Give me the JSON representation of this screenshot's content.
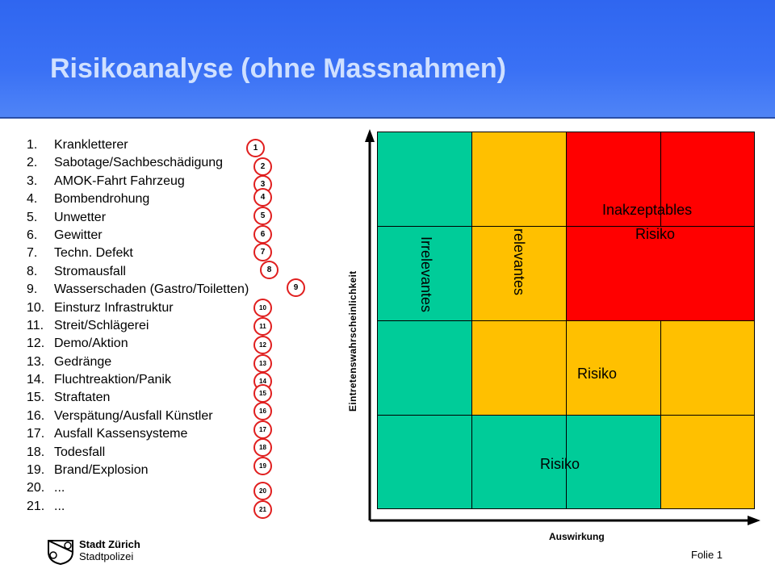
{
  "slide": {
    "title": "Risikoanalyse (ohne Massnahmen)",
    "footer_page": "Folie 1",
    "logo": {
      "line1": "Stadt Zürich",
      "line2": "Stadtpolizei"
    }
  },
  "risks": [
    {
      "num": "1.",
      "label": "Krankletterer",
      "badge": "1"
    },
    {
      "num": "2.",
      "label": "Sabotage/Sachbeschädigung",
      "badge": "2"
    },
    {
      "num": "3.",
      "label": "AMOK-Fahrt Fahrzeug",
      "badge": "3"
    },
    {
      "num": "4.",
      "label": "Bombendrohung",
      "badge": "4"
    },
    {
      "num": "5.",
      "label": "Unwetter",
      "badge": "5"
    },
    {
      "num": "6.",
      "label": "Gewitter",
      "badge": "6"
    },
    {
      "num": "7.",
      "label": "Techn. Defekt",
      "badge": "7"
    },
    {
      "num": "8.",
      "label": "Stromausfall",
      "badge": "8"
    },
    {
      "num": "9.",
      "label": "Wasserschaden (Gastro/Toiletten)",
      "badge": "9"
    },
    {
      "num": "10.",
      "label": "Einsturz Infrastruktur",
      "badge": "10"
    },
    {
      "num": "11.",
      "label": "Streit/Schlägerei",
      "badge": "11"
    },
    {
      "num": "12.",
      "label": "Demo/Aktion",
      "badge": "12"
    },
    {
      "num": "13.",
      "label": "Gedränge",
      "badge": "13"
    },
    {
      "num": "14.",
      "label": "Fluchtreaktion/Panik",
      "badge": "14"
    },
    {
      "num": "15.",
      "label": "Straftaten",
      "badge": "15"
    },
    {
      "num": "16.",
      "label": "Verspätung/Ausfall Künstler",
      "badge": "16"
    },
    {
      "num": "17.",
      "label": "Ausfall Kassensysteme",
      "badge": "17"
    },
    {
      "num": "18.",
      "label": "Todesfall",
      "badge": "18"
    },
    {
      "num": "19.",
      "label": "Brand/Explosion",
      "badge": "19"
    },
    {
      "num": "20.",
      "label": "...",
      "badge": "20"
    },
    {
      "num": "21.",
      "label": "...",
      "badge": "21"
    }
  ],
  "matrix": {
    "y_axis": "Eintretenswahrscheinlichkeit",
    "x_axis": "Auswirkung",
    "colors": {
      "green": "#00cc99",
      "yellow": "#ffc000",
      "red": "#ff0000"
    },
    "labels": {
      "irrelevantes": "Irrelevantes",
      "relevantes": "relevantes",
      "inakzeptables": "Inakzeptables",
      "risiko_red": "Risiko",
      "risiko_mid": "Risiko",
      "risiko_low": "Risiko"
    }
  }
}
